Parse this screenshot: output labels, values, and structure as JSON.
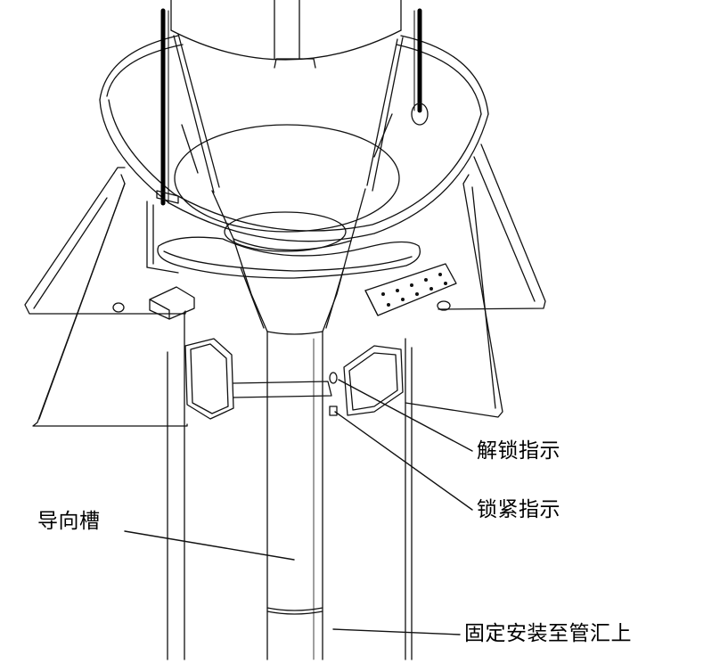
{
  "annotations": {
    "unlock_indicator": "解锁指示",
    "lock_indicator": "锁紧指示",
    "guide_slot": "导向槽",
    "fixed_mount": "固定安装至管汇上"
  }
}
